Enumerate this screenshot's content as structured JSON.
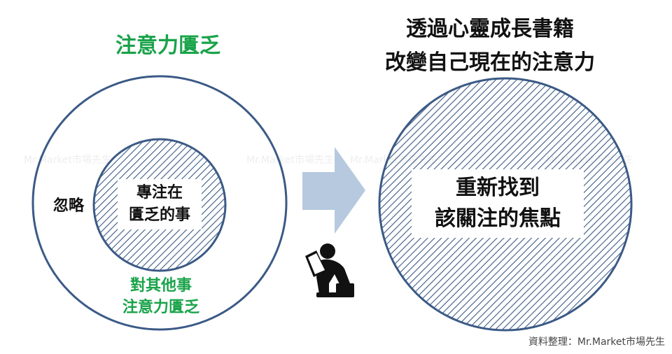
{
  "left": {
    "title": "注意力匱乏",
    "outer_label": "忽略",
    "inner_lines": [
      "專注在",
      "匱乏的事"
    ],
    "bottom_lines": [
      "對其他事",
      "注意力匱乏"
    ]
  },
  "right": {
    "title_lines": [
      "透過心靈成長書籍",
      "改變自己現在的注意力"
    ],
    "center_lines": [
      "重新找到",
      "該關注的焦點"
    ]
  },
  "arrow": {
    "icon": "right-arrow-icon"
  },
  "reader": {
    "icon": "person-reading-icon"
  },
  "source": "資料整理：Mr.Market市場先生",
  "watermark": "Mr.Market市場先生",
  "colors": {
    "circle_stroke": "#3b5a86",
    "hatch": "#3b5a86",
    "arrow_fill": "#b7c9df",
    "title_green": "#1aa34a"
  }
}
